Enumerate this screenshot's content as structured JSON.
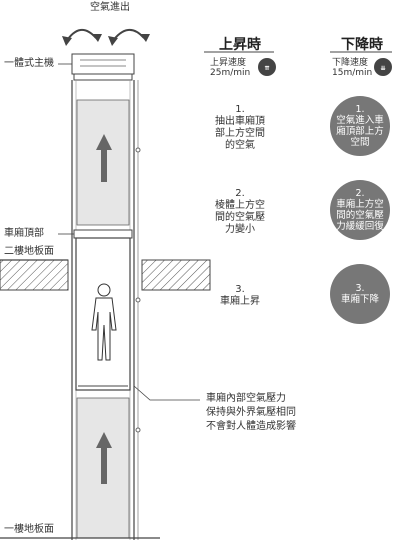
{
  "top_label": "空氣進出",
  "left_labels": {
    "main_unit": "一體式主機",
    "car_top": "車廂頂部",
    "second_floor": "二樓地板面",
    "first_floor": "一樓地板面"
  },
  "headers": {
    "ascend": {
      "title": "上昇時",
      "speed_label": "上昇速度",
      "speed": "25m/min",
      "badge": "⇈"
    },
    "descend": {
      "title": "下降時",
      "speed_label": "下降速度",
      "speed": "15m/min",
      "badge": "⇊"
    }
  },
  "ascend_steps": [
    {
      "num": "1.",
      "lines": [
        "抽出車廂頂",
        "部上方空間",
        "的空氣"
      ]
    },
    {
      "num": "2.",
      "lines": [
        "棱體上方空",
        "間的空氣壓",
        "力變小"
      ]
    },
    {
      "num": "3.",
      "lines": [
        "車廂上昇"
      ]
    }
  ],
  "descend_steps": [
    {
      "num": "1.",
      "lines": [
        "空氣進入車",
        "廂頂部上方",
        "空間"
      ]
    },
    {
      "num": "2.",
      "lines": [
        "車廂上方空",
        "間的空氣壓",
        "力緩緩回復"
      ]
    },
    {
      "num": "3.",
      "lines": [
        "車廂下降"
      ]
    }
  ],
  "note": [
    "車廂內部空氣壓力",
    "保持與外界氣壓相同",
    "不會對人體造成影響"
  ],
  "colors": {
    "circle": "#777777",
    "line": "#444444",
    "hatch": "#555555"
  }
}
